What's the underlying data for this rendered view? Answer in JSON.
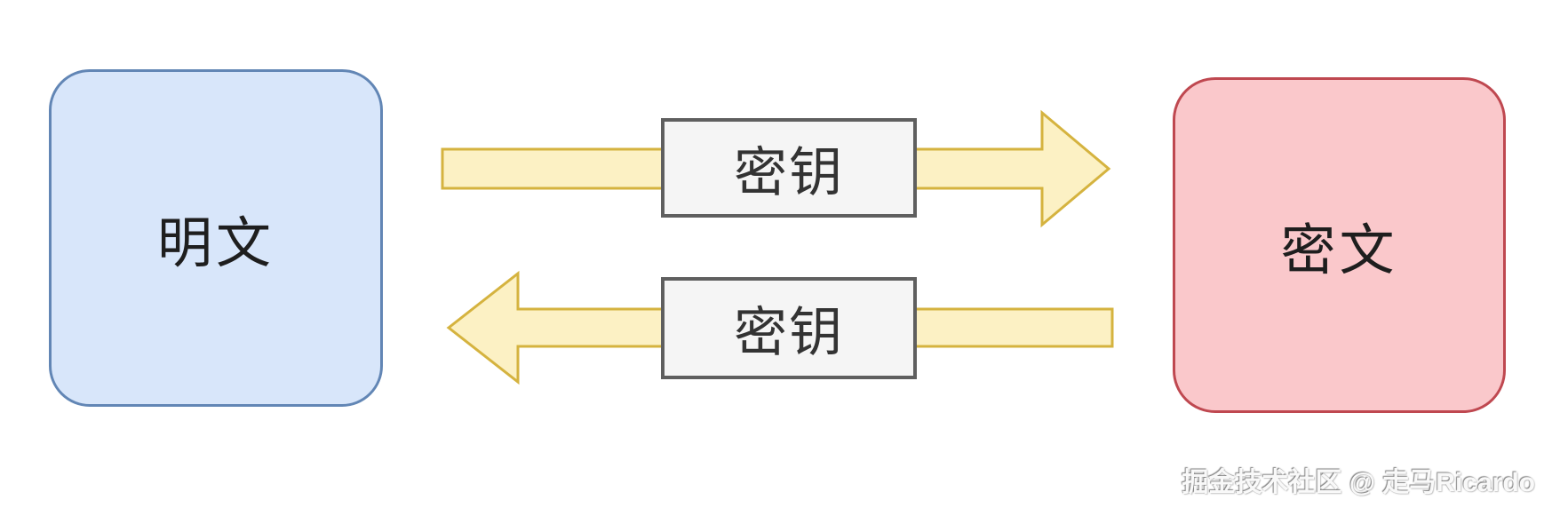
{
  "diagram": {
    "title_implicit": "symmetric-encryption-flow",
    "plaintext_box": {
      "label": "明文"
    },
    "ciphertext_box": {
      "label": "密文"
    },
    "encrypt_flow": {
      "key_label": "密钥",
      "direction": "left-to-right"
    },
    "decrypt_flow": {
      "key_label": "密钥",
      "direction": "right-to-left"
    },
    "colors": {
      "plaintext_fill": "#D8E6FA",
      "plaintext_border": "#6286B5",
      "ciphertext_fill": "#FAC8CB",
      "ciphertext_border": "#BF4850",
      "arrow_fill": "#FCF1C4",
      "arrow_stroke": "#D5B33F",
      "key_box_fill": "#F5F5F5",
      "key_box_border": "#5F5F5F"
    }
  },
  "watermark": {
    "text": "掘金技术社区 @ 走马Ricardo"
  }
}
